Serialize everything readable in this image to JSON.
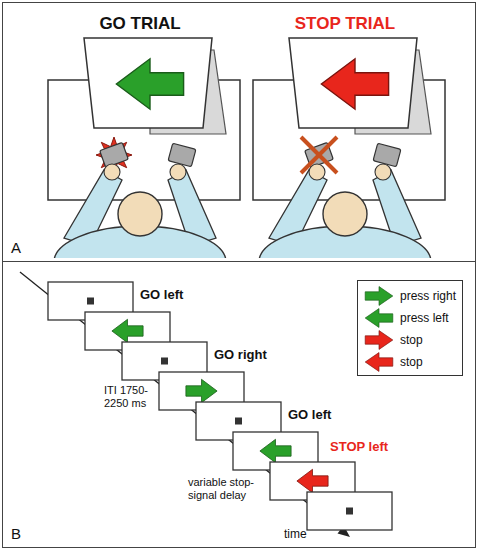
{
  "diagram": {
    "nodes": [
      {
        "text": [
          "A"
        ]
      },
      {
        "text": [
          "B"
        ]
      }
    ],
    "labels": [
      "GO TRIAL",
      "STOP TRIAL",
      "GO left",
      "GO right",
      "GO left",
      "STOP left",
      "ITI 1750-2250 ms",
      "variable stop-signal delay",
      "time"
    ],
    "legend": [
      {
        "text": "press right"
      },
      {
        "text": "press left"
      },
      {
        "text": "stop"
      },
      {
        "text": "stop"
      }
    ]
  }
}
